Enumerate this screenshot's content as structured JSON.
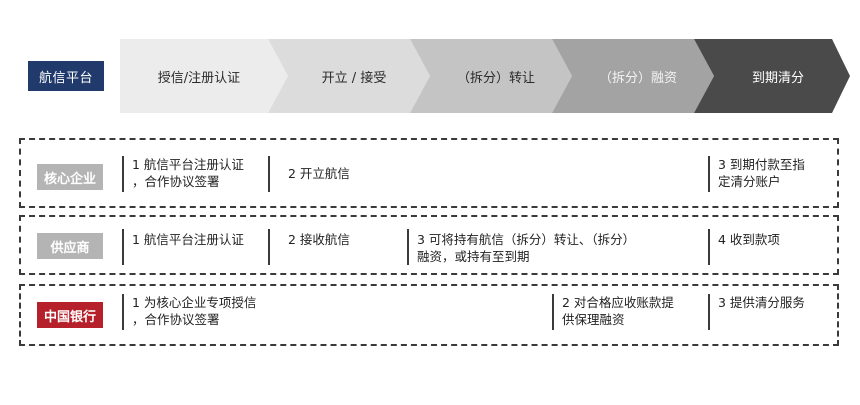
{
  "platform_label": "航信平台",
  "flow_steps": [
    {
      "label": "授信/注册认证",
      "fill": "#ececec",
      "text_color": "#2a2a2a"
    },
    {
      "label": "开立 / 接受",
      "fill": "#dcdcdc",
      "text_color": "#2a2a2a"
    },
    {
      "label": "（拆分）转让",
      "fill": "#c4c4c4",
      "text_color": "#2a2a2a"
    },
    {
      "label": "（拆分）融资",
      "fill": "#a3a3a3",
      "text_color": "#f3f3f3"
    },
    {
      "label": "到期清分",
      "fill": "#4a4a4a",
      "text_color": "#ffffff"
    }
  ],
  "rows": [
    {
      "badge": "核心企业",
      "badge_color": "#b4b4b4",
      "cells": [
        "1 航信平台注册认证\n，合作协议签署",
        "2 开立航信",
        "3 到期付款至指\n定清分账户"
      ]
    },
    {
      "badge": "供应商",
      "badge_color": "#b4b4b4",
      "cells": [
        "1 航信平台注册认证",
        "2 接收航信",
        "3 可将持有航信（拆分）转让、（拆分）\n融资，或持有至到期",
        "4 收到款项"
      ]
    },
    {
      "badge": "中国银行",
      "badge_color": "#b6202b",
      "cells": [
        "1 为核心企业专项授信\n，合作协议签署",
        "2 对合格应收账款提\n供保理融资",
        "3 提供清分服务"
      ]
    }
  ]
}
